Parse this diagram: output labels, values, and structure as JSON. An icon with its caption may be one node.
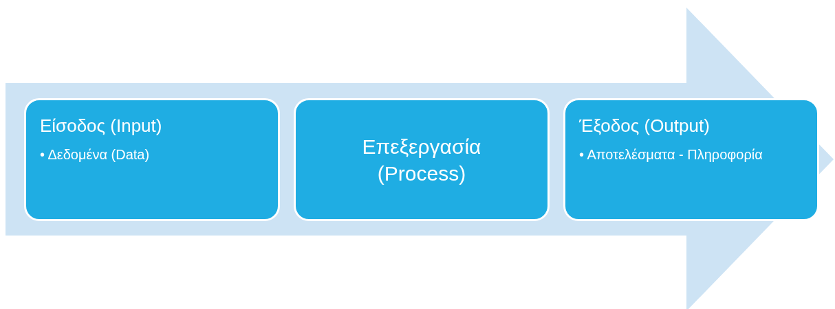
{
  "diagram": {
    "nodes": [
      {
        "text": [
          "Είσοδος (Input)",
          "• Δεδομένα (Data)"
        ]
      },
      {
        "text": [
          "Επεξεργασία (Process)"
        ]
      },
      {
        "text": [
          "Έξοδος (Output)",
          "• Αποτελέσματα - Πληροφορία"
        ]
      }
    ],
    "edges": [
      {
        "from": 0,
        "to": 2,
        "arrow": "to"
      }
    ]
  }
}
